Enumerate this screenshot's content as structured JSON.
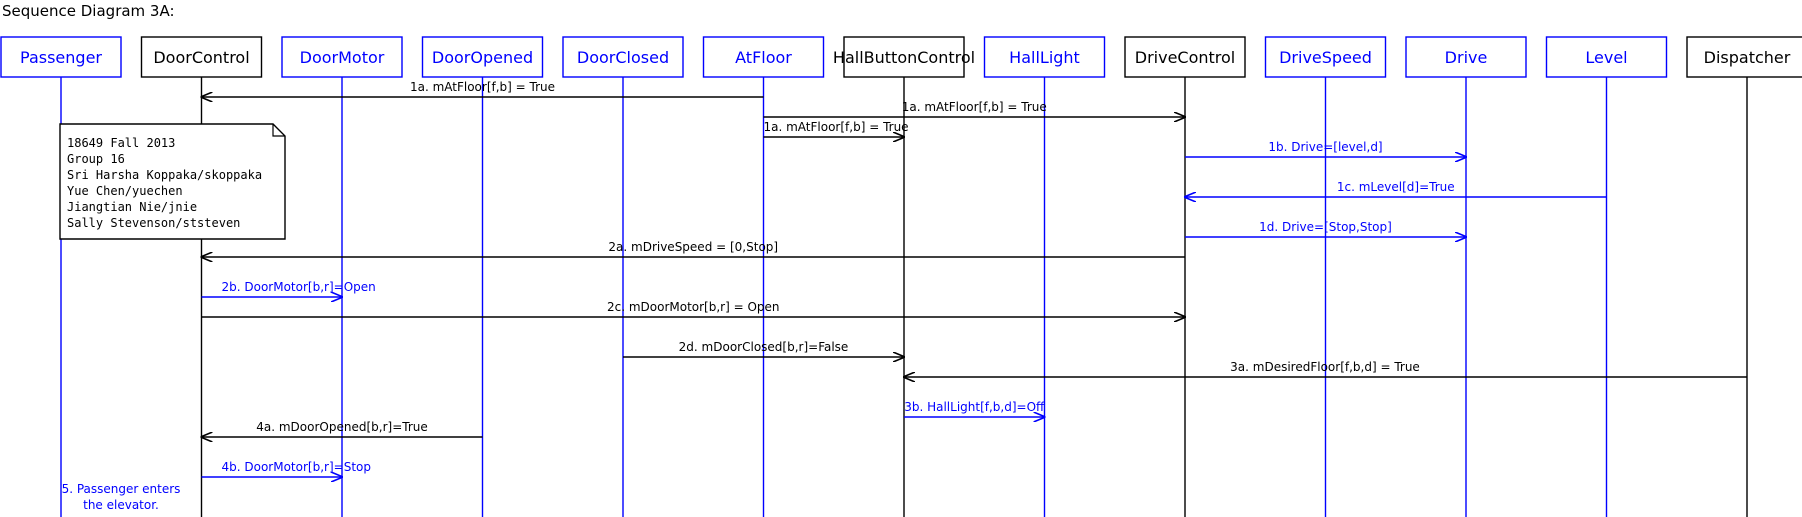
{
  "diagram": {
    "title": "Sequence Diagram 3A:",
    "colors": {
      "black": "#000000",
      "blue": "#0000ff"
    },
    "lifelines": [
      {
        "name": "Passenger",
        "color": "#0000ff"
      },
      {
        "name": "DoorControl",
        "color": "#000000"
      },
      {
        "name": "DoorMotor",
        "color": "#0000ff"
      },
      {
        "name": "DoorOpened",
        "color": "#0000ff"
      },
      {
        "name": "DoorClosed",
        "color": "#0000ff"
      },
      {
        "name": "AtFloor",
        "color": "#0000ff"
      },
      {
        "name": "HallButtonControl",
        "color": "#000000"
      },
      {
        "name": "HallLight",
        "color": "#0000ff"
      },
      {
        "name": "DriveControl",
        "color": "#000000"
      },
      {
        "name": "DriveSpeed",
        "color": "#0000ff"
      },
      {
        "name": "Drive",
        "color": "#0000ff"
      },
      {
        "name": "Level",
        "color": "#0000ff"
      },
      {
        "name": "Dispatcher",
        "color": "#000000"
      }
    ],
    "messages": [
      {
        "label": "1a. mAtFloor[f,b] = True",
        "from": 5,
        "to": 1,
        "color": "#000000"
      },
      {
        "label": "1a. mAtFloor[f,b] = True",
        "from": 5,
        "to": 8,
        "color": "#000000"
      },
      {
        "label": "1a. mAtFloor[f,b] = True",
        "from": 5,
        "to": 6,
        "color": "#000000"
      },
      {
        "label": "1b. Drive=[level,d]",
        "from": 8,
        "to": 10,
        "color": "#0000ff"
      },
      {
        "label": "1c. mLevel[d]=True",
        "from": 11,
        "to": 8,
        "color": "#0000ff"
      },
      {
        "label": "1d. Drive=[Stop,Stop]",
        "from": 8,
        "to": 10,
        "color": "#0000ff"
      },
      {
        "label": "2a. mDriveSpeed = [0,Stop]",
        "from": 8,
        "to": 1,
        "color": "#000000"
      },
      {
        "label": "2b. DoorMotor[b,r]=Open",
        "from": 1,
        "to": 2,
        "color": "#0000ff"
      },
      {
        "label": "2c. mDoorMotor[b,r] = Open",
        "from": 1,
        "to": 8,
        "color": "#000000"
      },
      {
        "label": "2d. mDoorClosed[b,r]=False",
        "from": 4,
        "to": 6,
        "color": "#000000"
      },
      {
        "label": "3a. mDesiredFloor[f,b,d] = True",
        "from": 12,
        "to": 6,
        "color": "#000000"
      },
      {
        "label": "3b. HallLight[f,b,d]=Off",
        "from": 6,
        "to": 7,
        "color": "#0000ff"
      },
      {
        "label": "4a. mDoorOpened[b,r]=True",
        "from": 3,
        "to": 1,
        "color": "#000000"
      },
      {
        "label": "4b. DoorMotor[b,r]=Stop",
        "from": 1,
        "to": 2,
        "color": "#0000ff"
      }
    ],
    "note": {
      "lines": [
        "18649 Fall 2013",
        "Group 16",
        "Sri Harsha Koppaka/skoppaka",
        "Yue Chen/yuechen",
        "Jiangtian Nie/jnie",
        "Sally Stevenson/ststeven"
      ]
    },
    "step_text": {
      "lines": [
        "5. Passenger enters",
        "the elevator."
      ],
      "color": "#0000ff"
    }
  }
}
